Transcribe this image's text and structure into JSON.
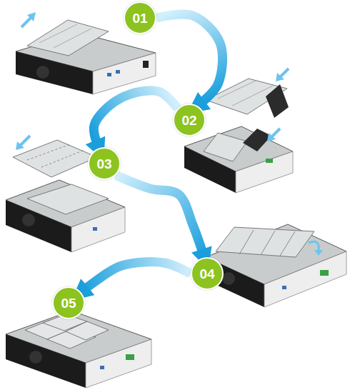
{
  "diagram": {
    "nodes": [
      {
        "text": [
          "01"
        ]
      },
      {
        "text": [
          "02"
        ]
      },
      {
        "text": [
          "03"
        ]
      },
      {
        "text": [
          "04"
        ]
      },
      {
        "text": [
          "05"
        ]
      }
    ],
    "edges": [
      {
        "from": 0,
        "to": 1,
        "arrow": "to"
      },
      {
        "from": 1,
        "to": 2,
        "arrow": "to"
      },
      {
        "from": 2,
        "to": 3,
        "arrow": "to"
      },
      {
        "from": 3,
        "to": 4,
        "arrow": "to"
      }
    ]
  }
}
